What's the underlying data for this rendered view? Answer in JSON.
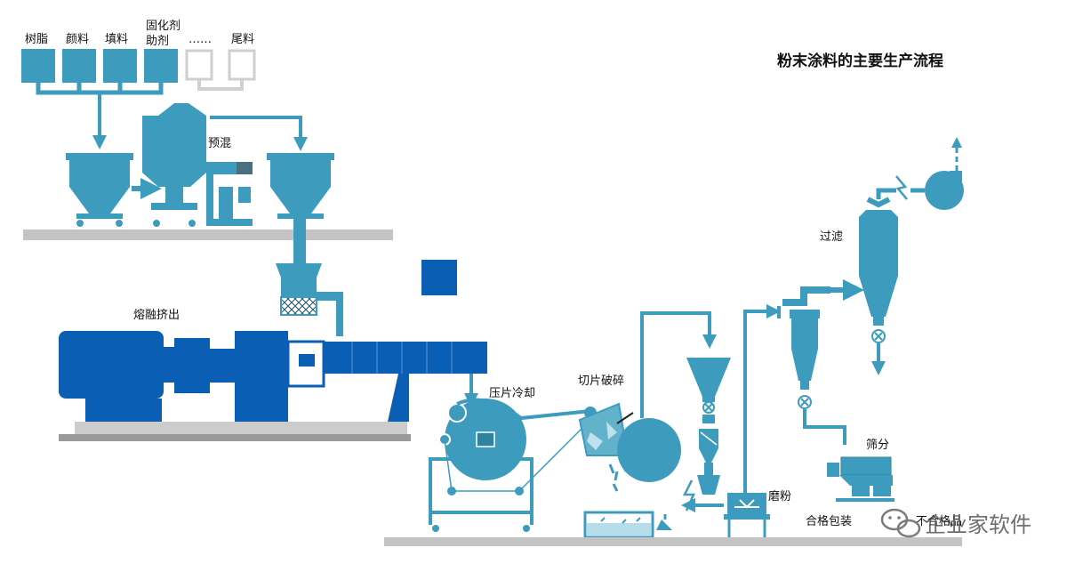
{
  "title": "粉末涂料的主要生产流程",
  "colors": {
    "teal": "#3d9bbd",
    "blue": "#0a5fb5",
    "floor": "#c4c4c4",
    "floor_dark": "#9a9a9a",
    "outline": "#cfcfcf"
  },
  "raw_materials": [
    "树脂",
    "颜料",
    "填料",
    "固化剂",
    "助剂",
    "……",
    "尾料"
  ],
  "stages": {
    "premix": "预混",
    "melt_extrude": "熔融挤出",
    "press_cool": "压片冷却",
    "chip_crush": "切片破碎",
    "grind": "磨粉",
    "sieve": "筛分",
    "filter": "过滤",
    "pack": "合格包装",
    "reject_partial": "不合格品"
  },
  "watermark": {
    "text": "企业家软件",
    "icon": "wechat-icon"
  },
  "icons": [
    "gear-icon",
    "valve-icon",
    "fan-icon",
    "spark-icon",
    "arrow-icon"
  ]
}
